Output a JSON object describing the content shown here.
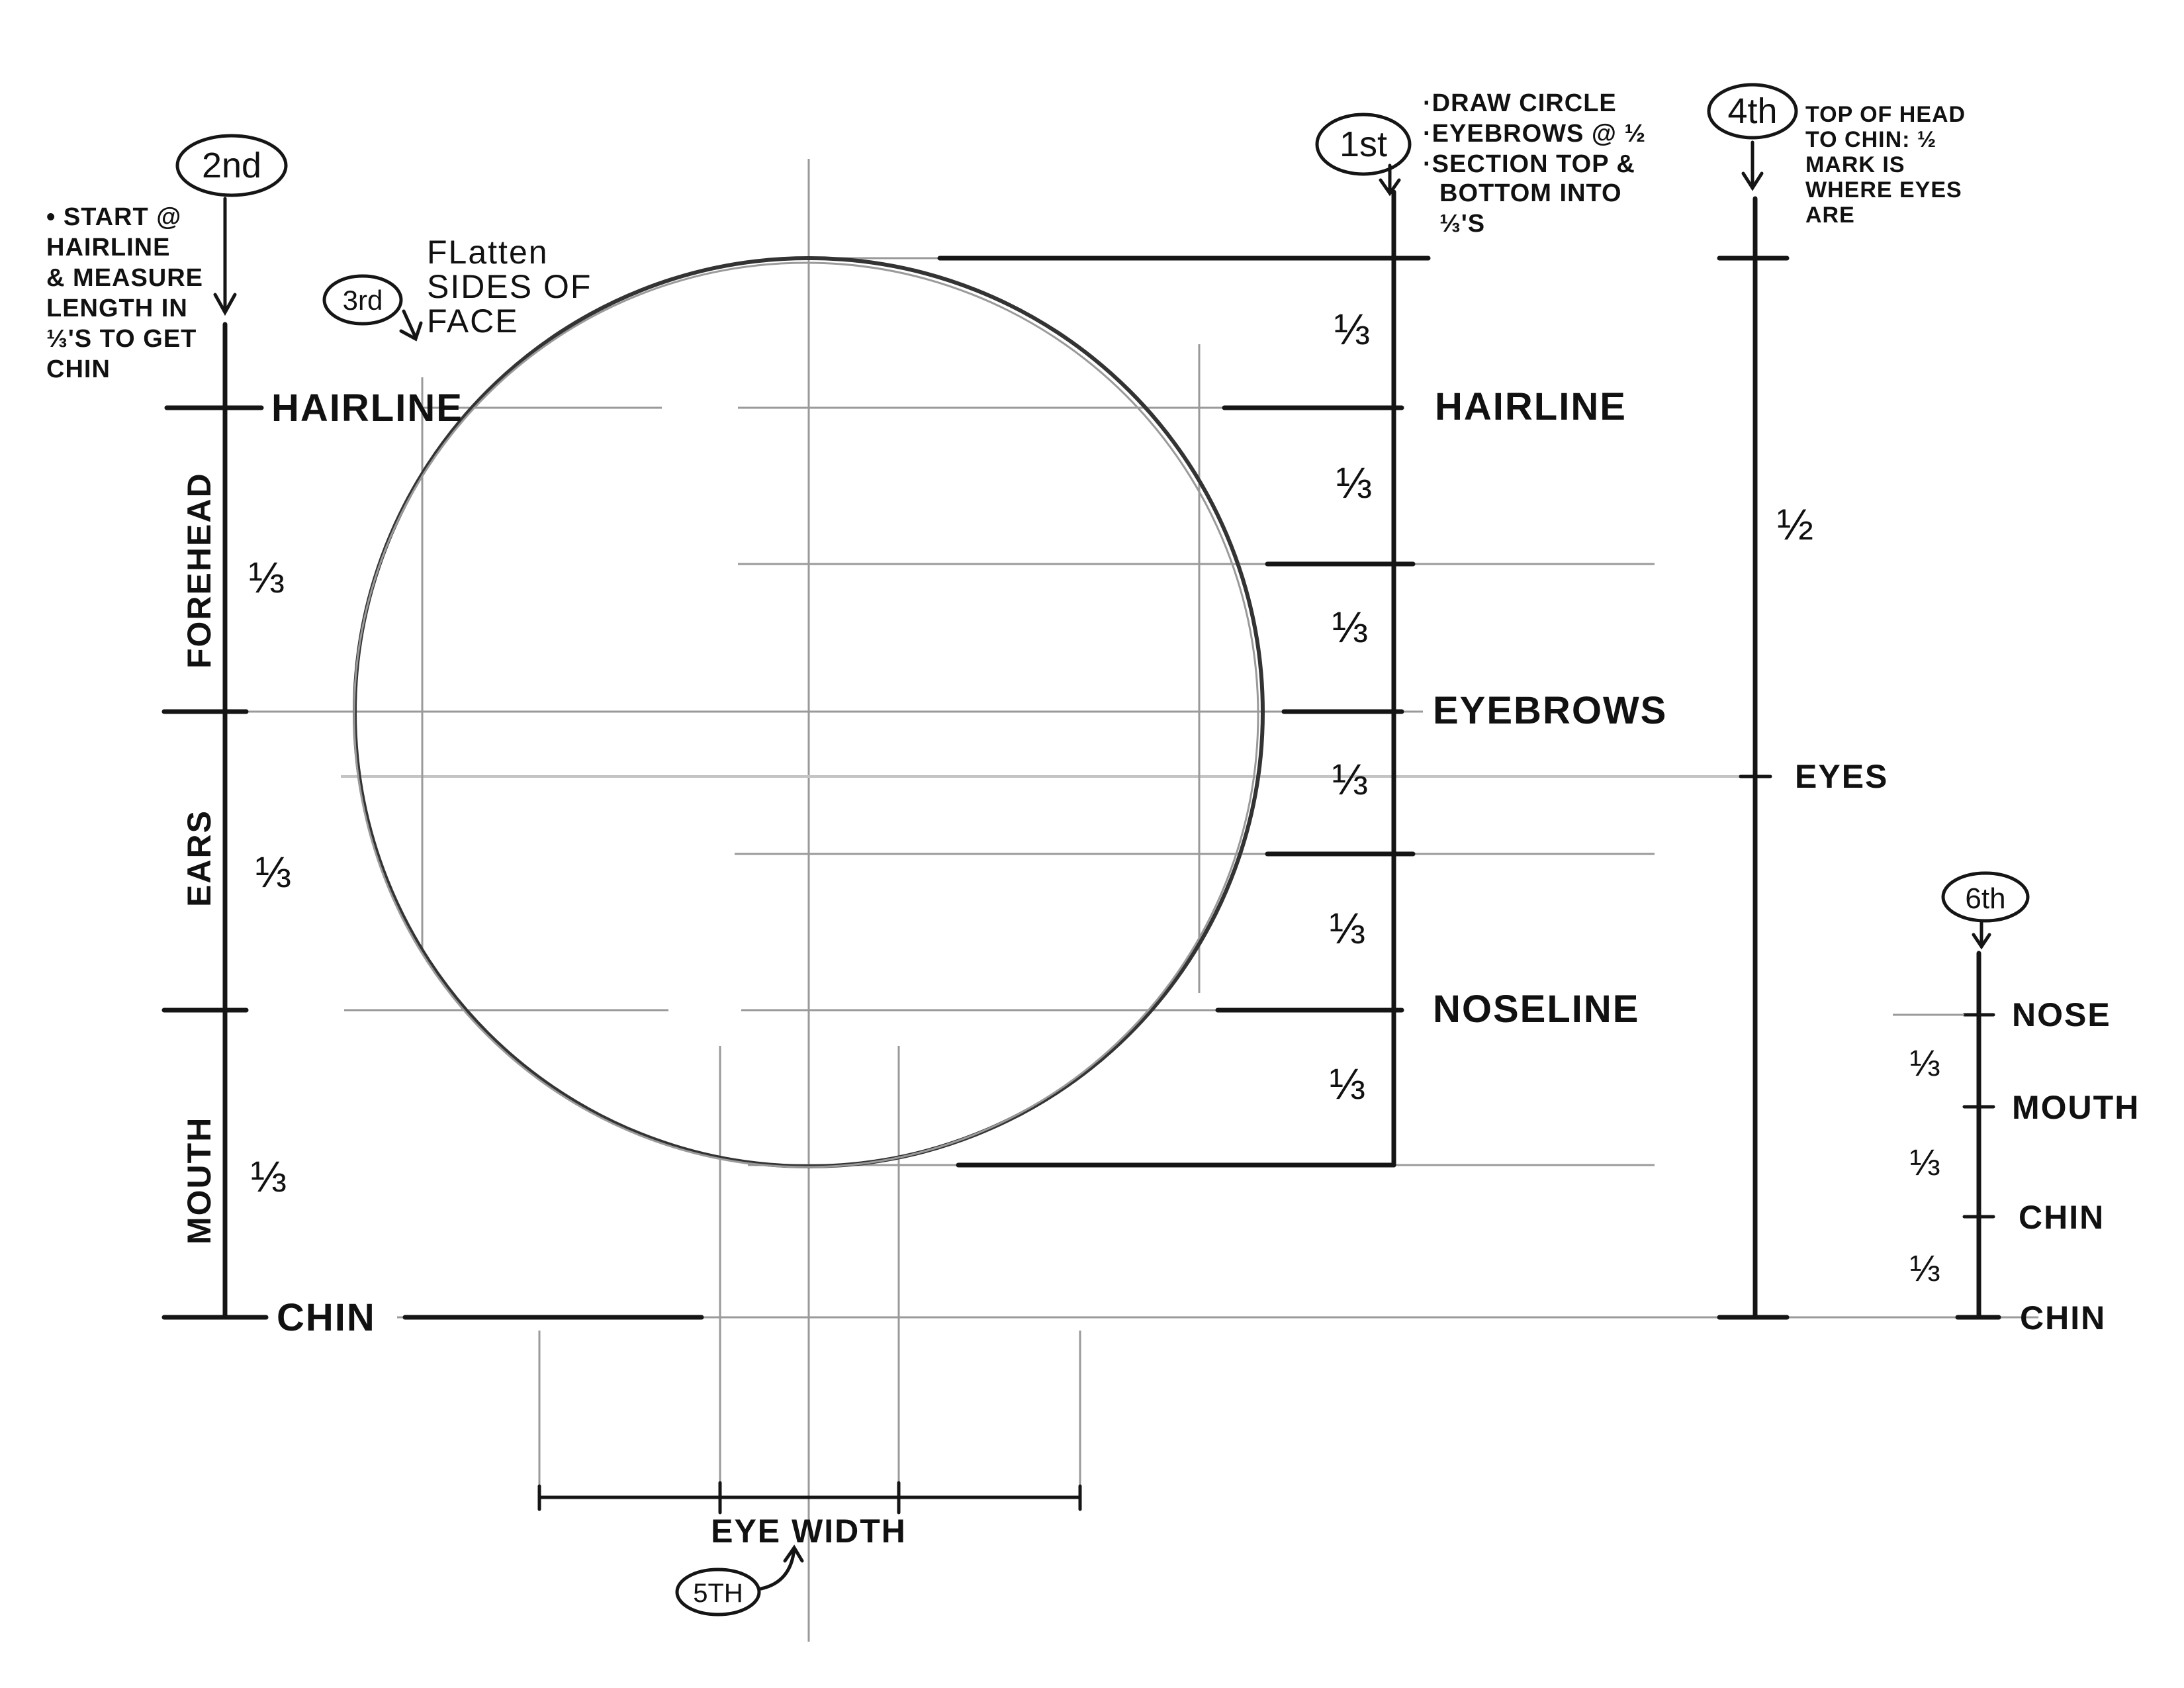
{
  "steps": {
    "first": {
      "badge": "1st",
      "notes": [
        "·DRAW CIRCLE",
        "·EYEBROWS @ ½",
        "·SECTION TOP &",
        "BOTTOM INTO",
        "⅓'S"
      ],
      "fractions": [
        "⅓",
        "⅓",
        "⅓",
        "⅓",
        "⅓",
        "⅓"
      ],
      "labels": {
        "hairline": "HAIRLINE",
        "eyebrows": "EYEBROWS",
        "noseline": "NOSELINE"
      }
    },
    "second": {
      "badge": "2nd",
      "notes": [
        "• START @",
        "HAIRLINE",
        "& MEASURE",
        "LENGTH IN",
        "⅓'S TO GET",
        "CHIN"
      ],
      "labels": {
        "hairline": "HAIRLINE",
        "chin": "CHIN"
      },
      "sections": [
        "FOREHEAD",
        "EARS",
        "MOUTH"
      ],
      "fractions": [
        "⅓",
        "⅓",
        "⅓"
      ]
    },
    "third": {
      "badge": "3rd",
      "notes": [
        "FLatten",
        "SIDES OF",
        "FACE"
      ]
    },
    "fourth": {
      "badge": "4th",
      "notes": [
        "TOP OF HEAD",
        "TO CHIN: ½",
        "MARK IS",
        "WHERE EYES",
        "ARE"
      ],
      "fraction": "½",
      "label": "EYES"
    },
    "fifth": {
      "badge": "5TH",
      "label": "EYE WIDTH"
    },
    "sixth": {
      "badge": "6th",
      "labels": [
        "NOSE",
        "MOUTH",
        "CHIN",
        "CHIN"
      ],
      "fractions": [
        "⅓",
        "⅓",
        "⅓"
      ]
    }
  }
}
